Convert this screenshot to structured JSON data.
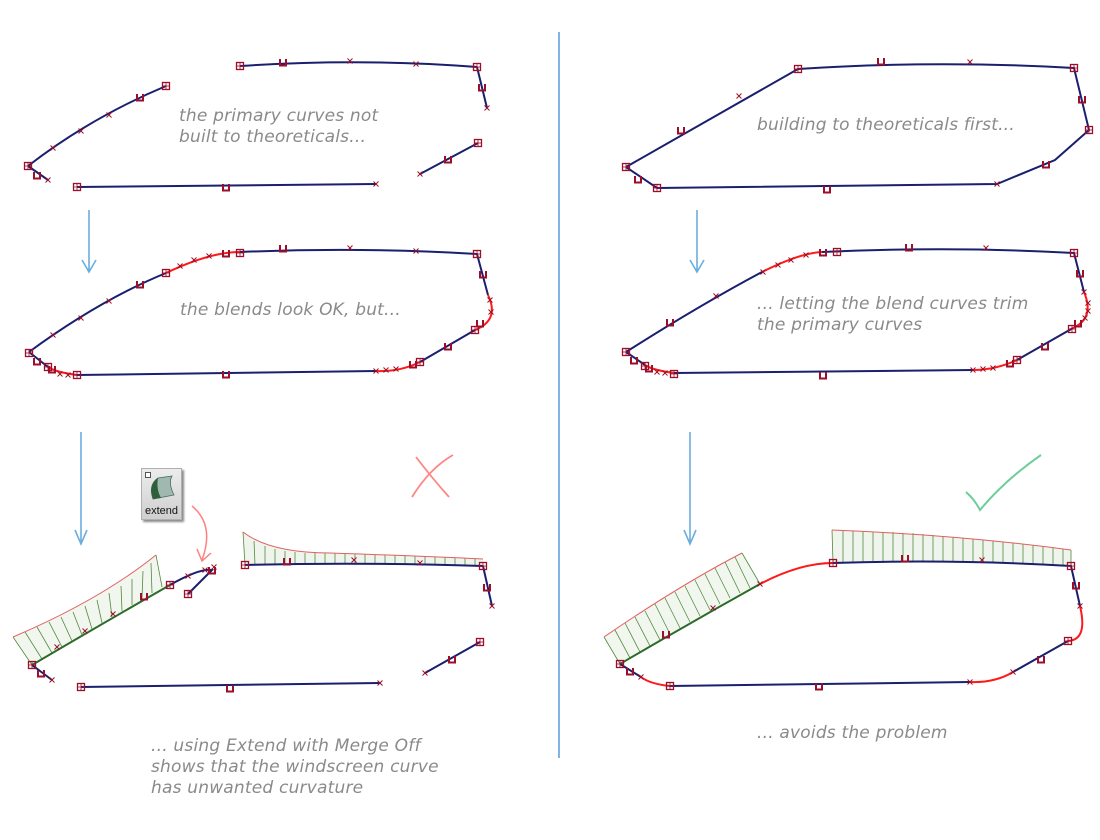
{
  "captions": {
    "top_left": "the primary curves not\nbuilt to theoreticals...",
    "top_right": "building to theoreticals first...",
    "mid_left": "the blends look OK, but...",
    "mid_right": "... letting the blend curves trim\nthe primary curves",
    "bottom_left": "... using Extend with Merge Off\nshows that the windscreen curve\nhas unwanted curvature",
    "bottom_right": "... avoids the problem"
  },
  "extend_tool": {
    "label": "extend",
    "icon": "extend-surface-icon"
  },
  "markers": {
    "wrong": "cross-mark-icon",
    "right": "check-mark-icon"
  },
  "colors": {
    "primary_curve": "#1a1f6e",
    "blend_curve": "#ff1a1a",
    "marker": "#9b0f2a",
    "flow_arrow": "#6aaee0",
    "divider": "#4a90d9",
    "comb_fill": "#4f8a3c",
    "comb_edge": "#e06060",
    "cross": "#ff7070",
    "check": "#55c48a",
    "caption_text": "#8a8a8a"
  }
}
